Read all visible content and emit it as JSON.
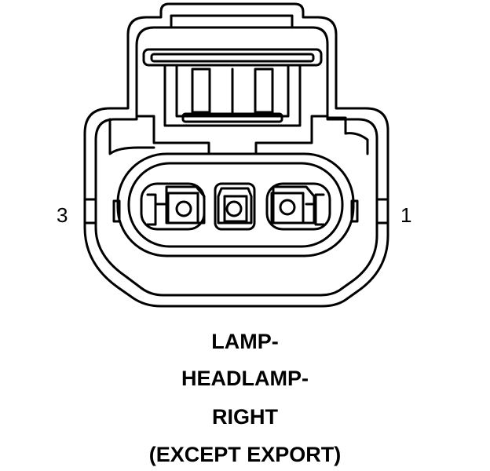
{
  "pin_labels": {
    "left": "3",
    "right": "1"
  },
  "caption": {
    "line1": "LAMP-",
    "line2": "HEADLAMP-",
    "line3": "RIGHT",
    "line4": "(EXCEPT EXPORT)"
  },
  "colors": {
    "stroke": "#000000",
    "background": "#ffffff"
  }
}
